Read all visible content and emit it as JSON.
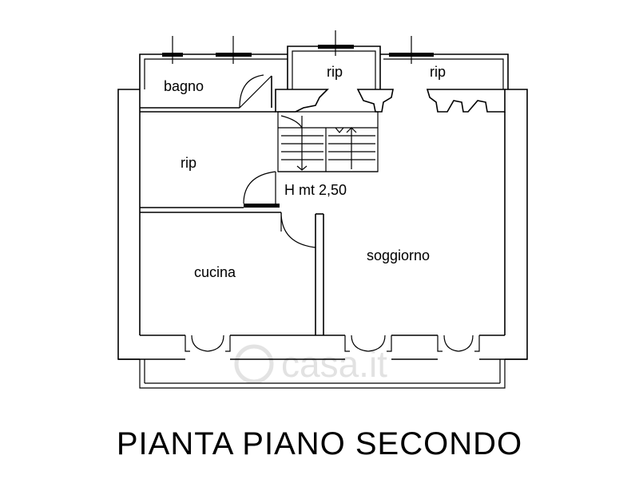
{
  "rooms": {
    "bagno": "bagno",
    "rip_top_center": "rip",
    "rip_top_right": "rip",
    "rip_left": "rip",
    "height_note": "H mt 2,50",
    "cucina": "cucina",
    "soggiorno": "soggiorno"
  },
  "title": "PIANTA PIANO SECONDO",
  "watermark": "casa.it"
}
